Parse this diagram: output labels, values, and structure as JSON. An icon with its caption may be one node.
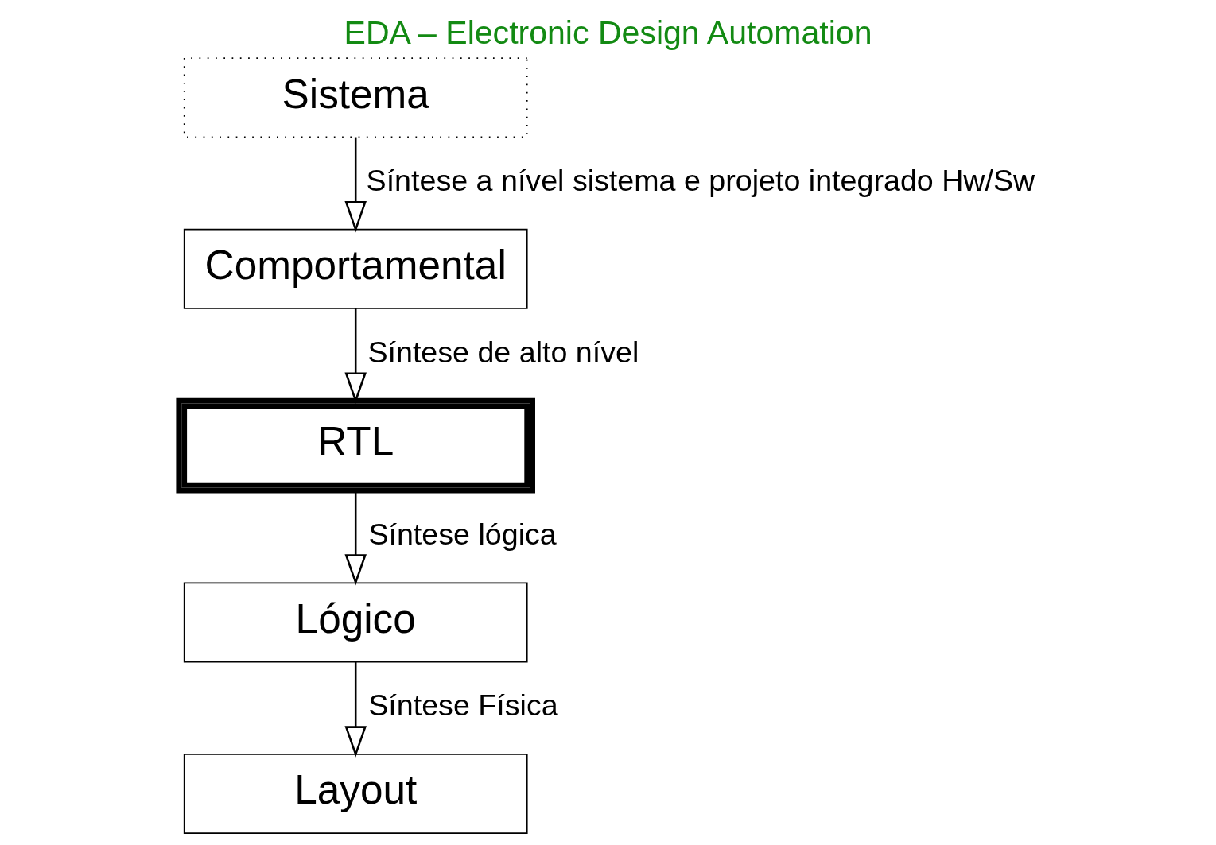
{
  "diagram": {
    "title": "EDA – Electronic Design Automation",
    "nodes": [
      {
        "text": [
          "Sistema"
        ]
      },
      {
        "text": [
          "Comportamental"
        ]
      },
      {
        "text": [
          "RTL"
        ]
      },
      {
        "text": [
          "Lógico"
        ]
      },
      {
        "text": [
          "Layout"
        ]
      }
    ],
    "edges": [
      {
        "from": 0,
        "to": 1,
        "arrow": "to",
        "label": "Síntese a nível sistema e projeto integrado Hw/Sw"
      },
      {
        "from": 1,
        "to": 2,
        "arrow": "to",
        "label": "Síntese de alto nível"
      },
      {
        "from": 2,
        "to": 3,
        "arrow": "to",
        "label": "Síntese lógica"
      },
      {
        "from": 3,
        "to": 4,
        "arrow": "to",
        "label": "Síntese Física"
      }
    ]
  }
}
